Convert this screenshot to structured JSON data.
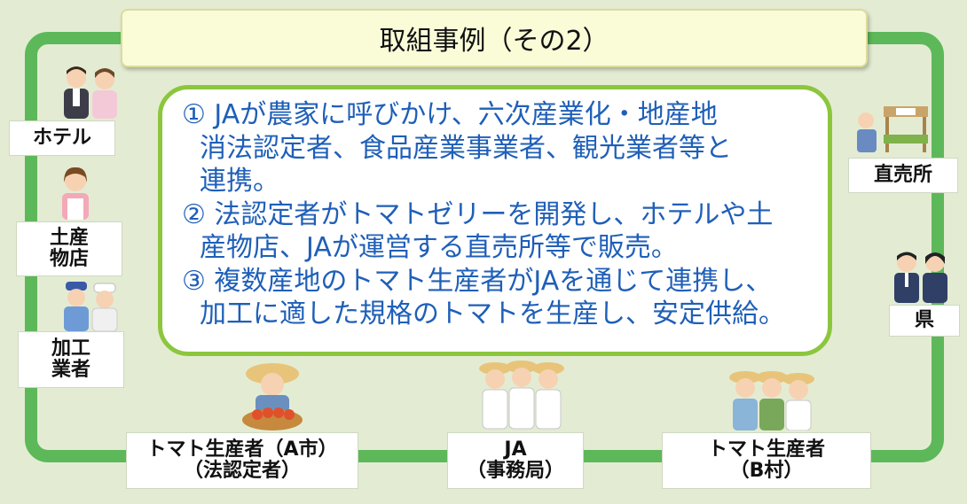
{
  "title": "取組事例（その2）",
  "center_lines": [
    "① JAが農家に呼びかけ、六次産業化・地産地",
    "消法認定者、食品産業事業者、観光業者等と",
    "連携。",
    "② 法認定者がトマトゼリーを開発し、ホテルや土",
    "産物店、JAが運営する直売所等で販売。",
    "③ 複数産地のトマト生産者がJAを通じて連携し、",
    "加工に適した規格のトマトを生産し、安定供給。"
  ],
  "nodes": {
    "hotel": {
      "label": "ホテル"
    },
    "souvenir_shop": {
      "line1": "土産",
      "line2": "物店"
    },
    "processor": {
      "line1": "加工",
      "line2": "業者"
    },
    "direct_sales": {
      "label": "直売所"
    },
    "prefecture": {
      "label": "県"
    },
    "farmer_a": {
      "line1": "トマト生産者（A市）",
      "line2": "（法認定者）"
    },
    "ja": {
      "line1": "JA",
      "line2": "（事務局）"
    },
    "farmer_b": {
      "line1": "トマト生産者",
      "line2": "（B村）"
    }
  },
  "colors": {
    "background": "#e3ecd3",
    "ring": "#5db85a",
    "center_border": "#8cc63e",
    "center_text": "#1f5fb8",
    "title_fill": "#fafcd8"
  },
  "icons": {
    "hotel": "hotel-staff-icon",
    "souvenir_shop": "shop-clerk-icon",
    "processor": "food-processor-workers-icon",
    "direct_sales": "farm-stand-icon",
    "prefecture": "officials-icon",
    "farmer_a": "farmer-with-tomatoes-icon",
    "ja": "ja-staff-icon",
    "farmer_b": "farmers-icon"
  }
}
